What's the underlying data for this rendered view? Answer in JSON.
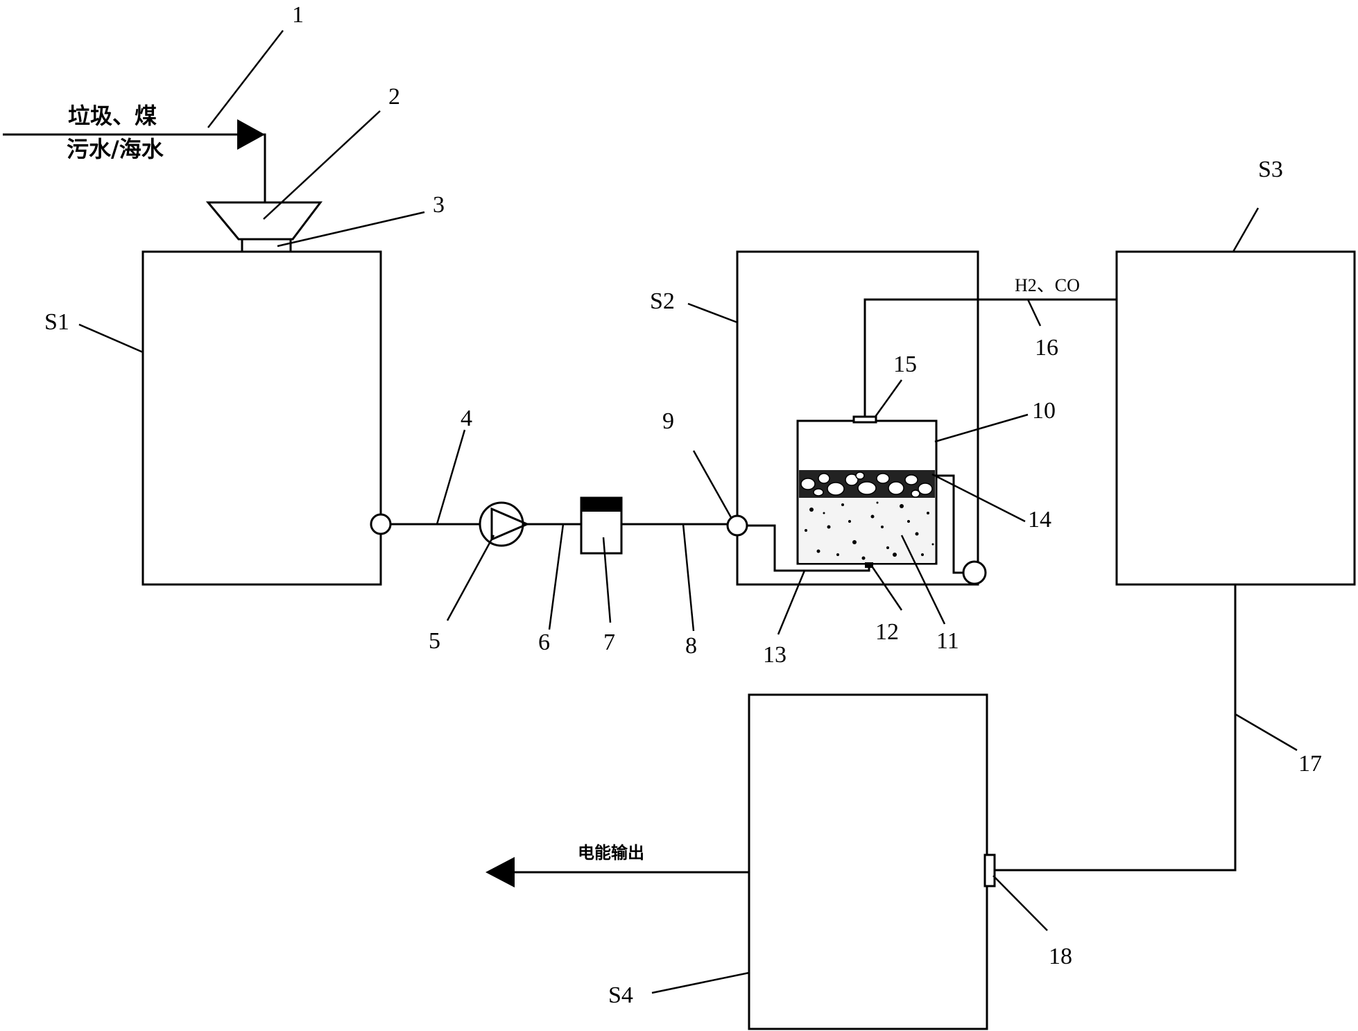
{
  "inputs": {
    "line1": "垃圾、煤",
    "line2": "污水/海水"
  },
  "gas_label": "H2、CO",
  "output_label": "电能输出",
  "units": {
    "s1": "S1",
    "s2": "S2",
    "s3": "S3",
    "s4": "S4"
  },
  "callouts": {
    "n1": "1",
    "n2": "2",
    "n3": "3",
    "n4": "4",
    "n5": "5",
    "n6": "6",
    "n7": "7",
    "n8": "8",
    "n9": "9",
    "n10": "10",
    "n11": "11",
    "n12": "12",
    "n13": "13",
    "n14": "14",
    "n15": "15",
    "n16": "16",
    "n17": "17",
    "n18": "18"
  }
}
